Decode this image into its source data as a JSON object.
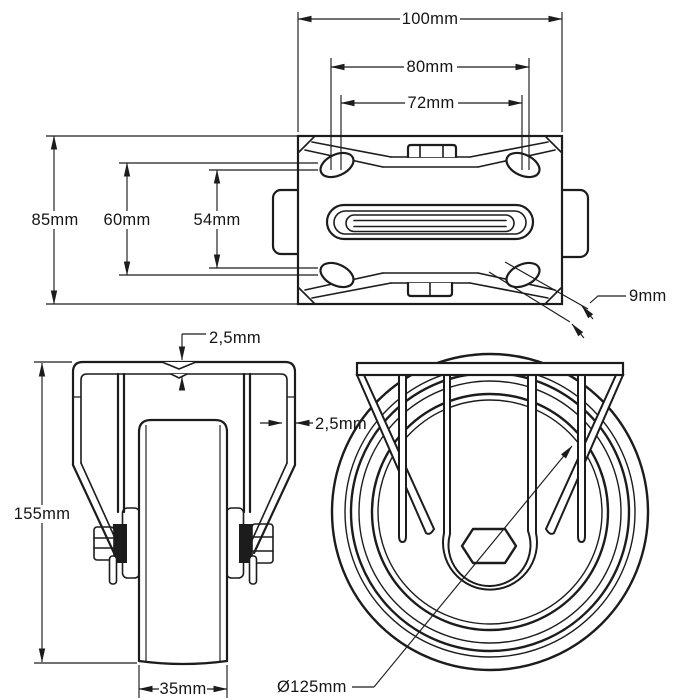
{
  "drawing": {
    "background": "#ffffff",
    "line_color": "#1c1c1c",
    "views": {
      "top": {
        "dims": {
          "plate_width": "100mm",
          "bolt_spacing_outer_h": "80mm",
          "bolt_spacing_inner_h": "72mm",
          "plate_depth": "85mm",
          "bolt_spacing_outer_v": "60mm",
          "bolt_spacing_inner_v": "54mm",
          "slot_width": "9mm"
        }
      },
      "front": {
        "dims": {
          "overall_height": "155mm",
          "plate_thickness": "2,5mm",
          "bracket_thickness": "2,5mm",
          "wheel_width": "35mm"
        }
      },
      "side": {
        "dims": {
          "wheel_diameter": "Ø125mm"
        }
      }
    }
  }
}
